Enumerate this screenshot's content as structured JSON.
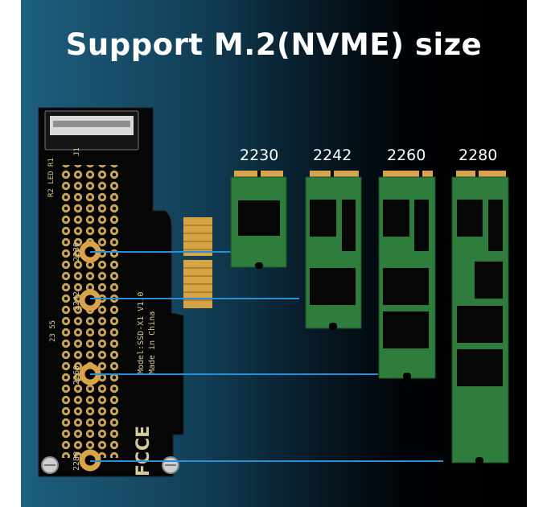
{
  "title": "Support M.2(NVME) size",
  "ssd_sizes": [
    "2230",
    "2242",
    "2260",
    "2280"
  ],
  "board": {
    "j1": "J1",
    "led": "R2 LED R1",
    "model": "Model:SSD-X1 V1.0",
    "origin": "Made in China",
    "hole_labels": [
      "2230",
      "2242",
      "2260",
      "2280"
    ],
    "marks": [
      "CE",
      "FC"
    ],
    "small_mark": "23 55"
  },
  "colors": {
    "pcb": "#060606",
    "ssd_board": "#2e7d3d",
    "gold": "#d9a24f",
    "connector_line": "#2a8fd6"
  }
}
